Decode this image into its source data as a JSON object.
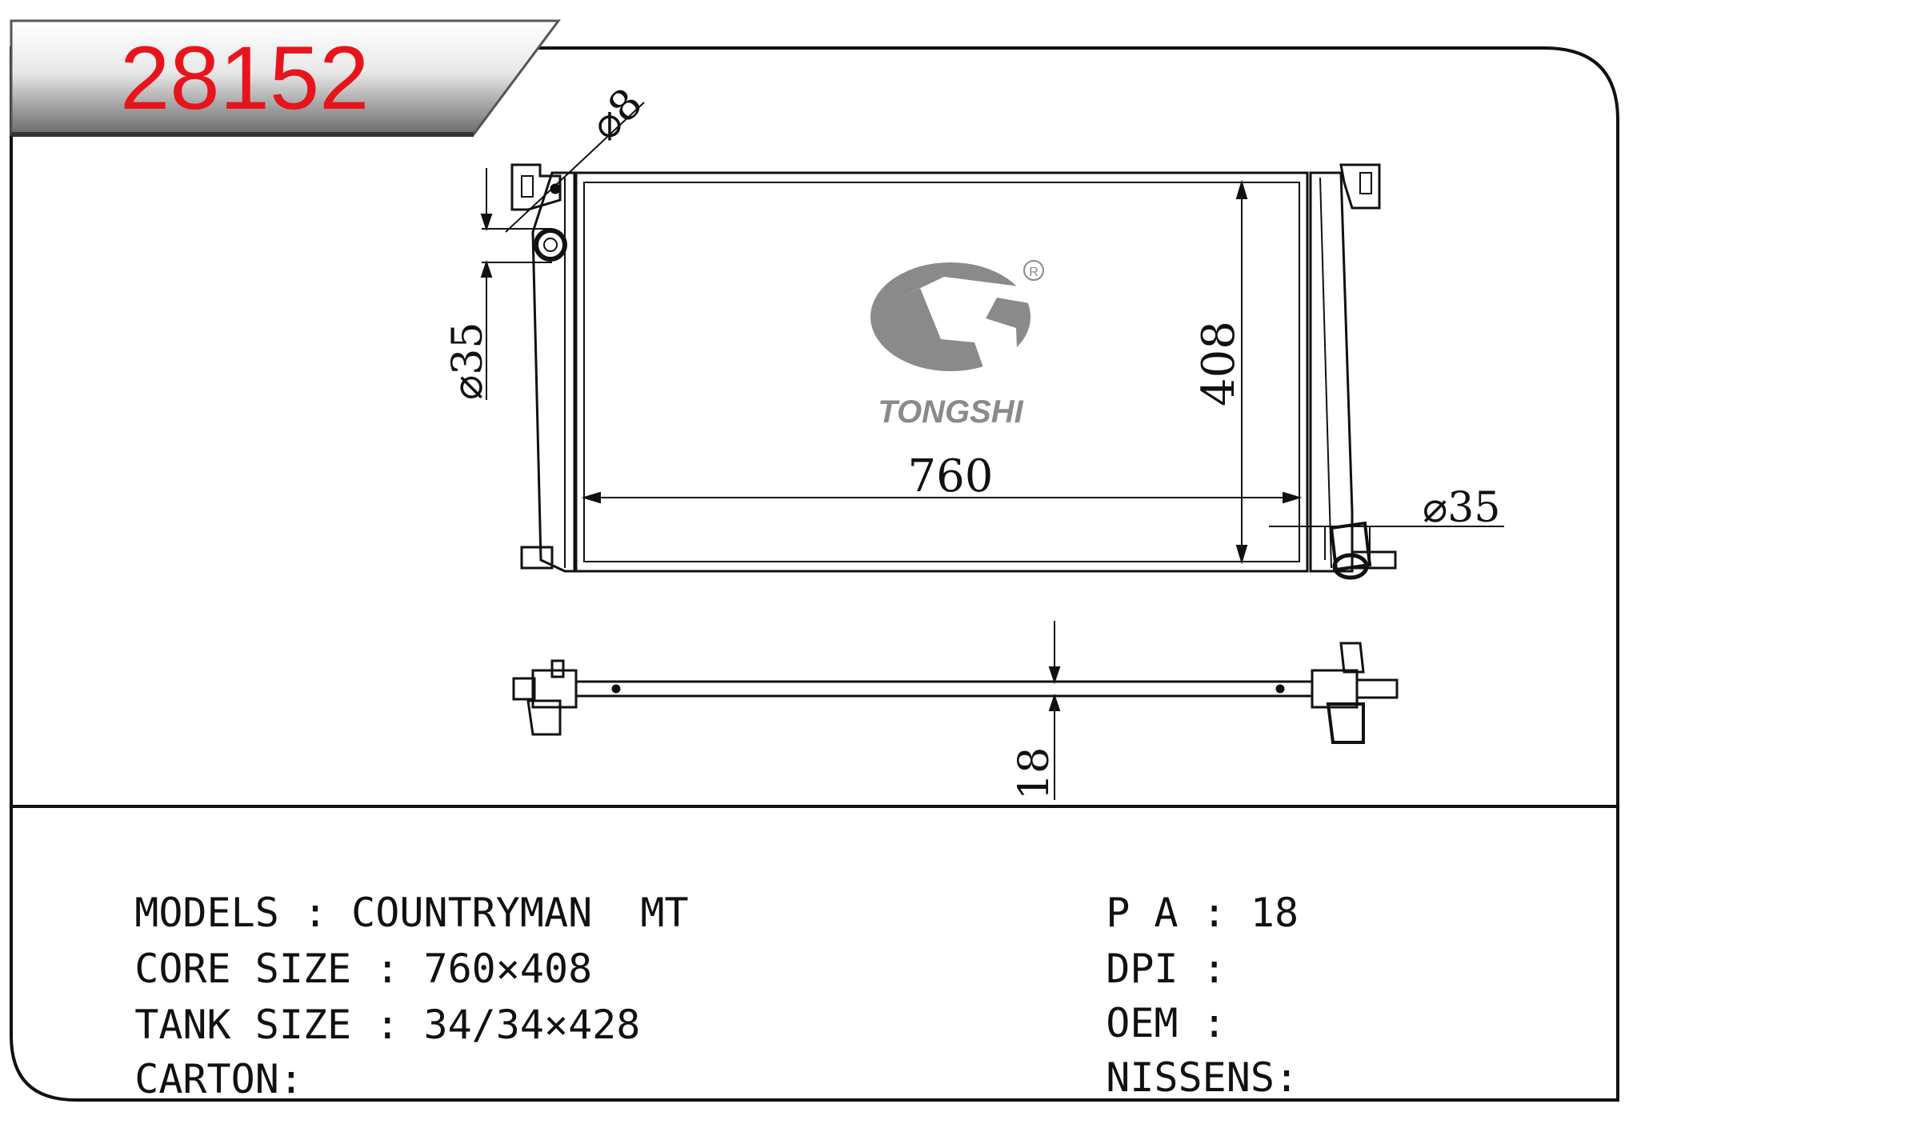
{
  "part_number": "28152",
  "brand": {
    "name": "TONGSHI",
    "registered_mark": "R"
  },
  "dimensions": {
    "hole_diameter": "⌀8",
    "inlet_diameter": "⌀35",
    "outlet_diameter": "⌀35",
    "core_height": "408",
    "core_width": "760",
    "core_thickness": "18"
  },
  "specs_left": [
    {
      "label": "MODELS",
      "sep": " : ",
      "value": "COUNTRYMAN  MT"
    },
    {
      "label": "CORE SIZE",
      "sep": " : ",
      "value": "760×408"
    },
    {
      "label": "TANK SIZE",
      "sep": " : ",
      "value": "34/34×428"
    },
    {
      "label": "CARTON",
      "sep": ":",
      "value": ""
    }
  ],
  "specs_right": [
    {
      "label": "P A",
      "sep": " : ",
      "value": "18"
    },
    {
      "label": "DPI",
      "sep": " : ",
      "value": ""
    },
    {
      "label": "OEM",
      "sep": " : ",
      "value": ""
    },
    {
      "label": "NISSENS",
      "sep": ":",
      "value": ""
    }
  ],
  "colors": {
    "part_number": "#e8141c",
    "logo": "#8a8a8a",
    "line": "#111111",
    "banner": "#555555"
  }
}
